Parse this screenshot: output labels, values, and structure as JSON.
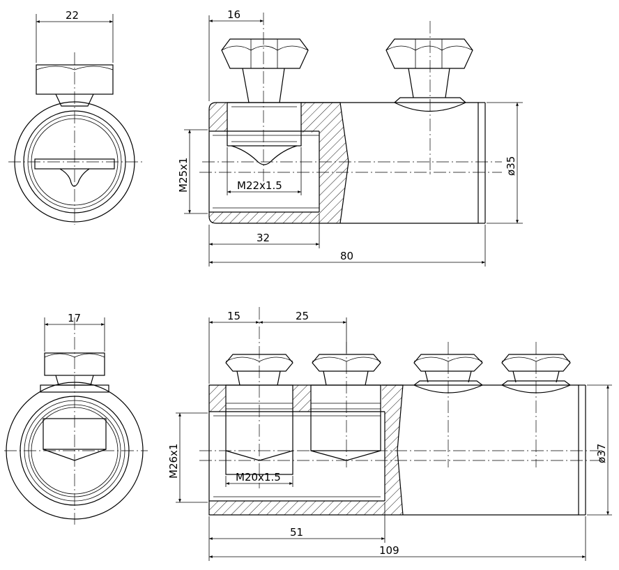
{
  "top_assembly": {
    "dim_bolt_width": "22",
    "dim_bolt_offset": "16",
    "dim_thread_depth": "32",
    "dim_total_length": "80",
    "dim_diameter": "ø35",
    "thread_outer": "M25x1",
    "thread_bolt": "M22x1.5"
  },
  "bottom_assembly": {
    "dim_bolt_width": "17",
    "dim_bolt_offset": "15",
    "dim_bolt_pitch": "25",
    "dim_thread_depth": "51",
    "dim_total_length": "109",
    "dim_diameter": "ø37",
    "thread_outer": "M26x1",
    "thread_bolt": "M20x1.5"
  }
}
